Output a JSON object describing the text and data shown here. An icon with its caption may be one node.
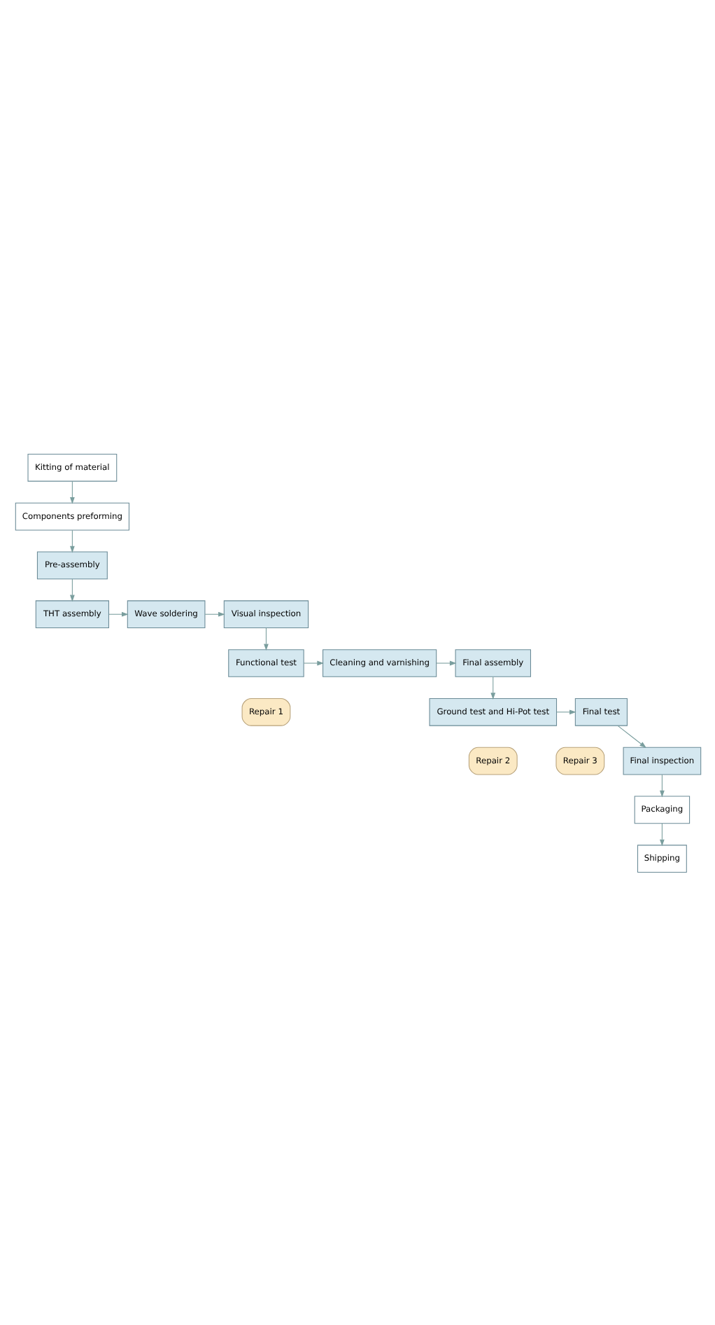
{
  "diagram": {
    "nodes": [
      {
        "text": [
          "Kitting of material"
        ]
      },
      {
        "text": [
          "Components preforming"
        ]
      },
      {
        "text": [
          "Pre-assembly"
        ]
      },
      {
        "text": [
          "THT assembly"
        ]
      },
      {
        "text": [
          "Wave soldering"
        ]
      },
      {
        "text": [
          "Visual inspection"
        ]
      },
      {
        "text": [
          "Functional test"
        ]
      },
      {
        "text": [
          "Repair 1"
        ]
      },
      {
        "text": [
          "Cleaning and varnishing"
        ]
      },
      {
        "text": [
          "Final assembly"
        ]
      },
      {
        "text": [
          "Ground test and Hi-Pot test"
        ]
      },
      {
        "text": [
          "Repair 2"
        ]
      },
      {
        "text": [
          "Final test"
        ]
      },
      {
        "text": [
          "Repair 3"
        ]
      },
      {
        "text": [
          "Final inspection"
        ]
      },
      {
        "text": [
          "Packaging"
        ]
      },
      {
        "text": [
          "Shipping"
        ]
      }
    ],
    "edges": [
      {
        "from": 0,
        "to": 1,
        "arrow": "to"
      },
      {
        "from": 1,
        "to": 2,
        "arrow": "to"
      },
      {
        "from": 2,
        "to": 3,
        "arrow": "to"
      },
      {
        "from": 3,
        "to": 4,
        "arrow": "to"
      },
      {
        "from": 4,
        "to": 5,
        "arrow": "to"
      },
      {
        "from": 5,
        "to": 6,
        "arrow": "to"
      },
      {
        "from": 6,
        "to": 8,
        "arrow": "to"
      },
      {
        "from": 8,
        "to": 9,
        "arrow": "to"
      },
      {
        "from": 9,
        "to": 10,
        "arrow": "to"
      },
      {
        "from": 10,
        "to": 12,
        "arrow": "to"
      },
      {
        "from": 12,
        "to": 14,
        "arrow": "to"
      },
      {
        "from": 14,
        "to": 15,
        "arrow": "to"
      },
      {
        "from": 15,
        "to": 16,
        "arrow": "to"
      }
    ]
  }
}
